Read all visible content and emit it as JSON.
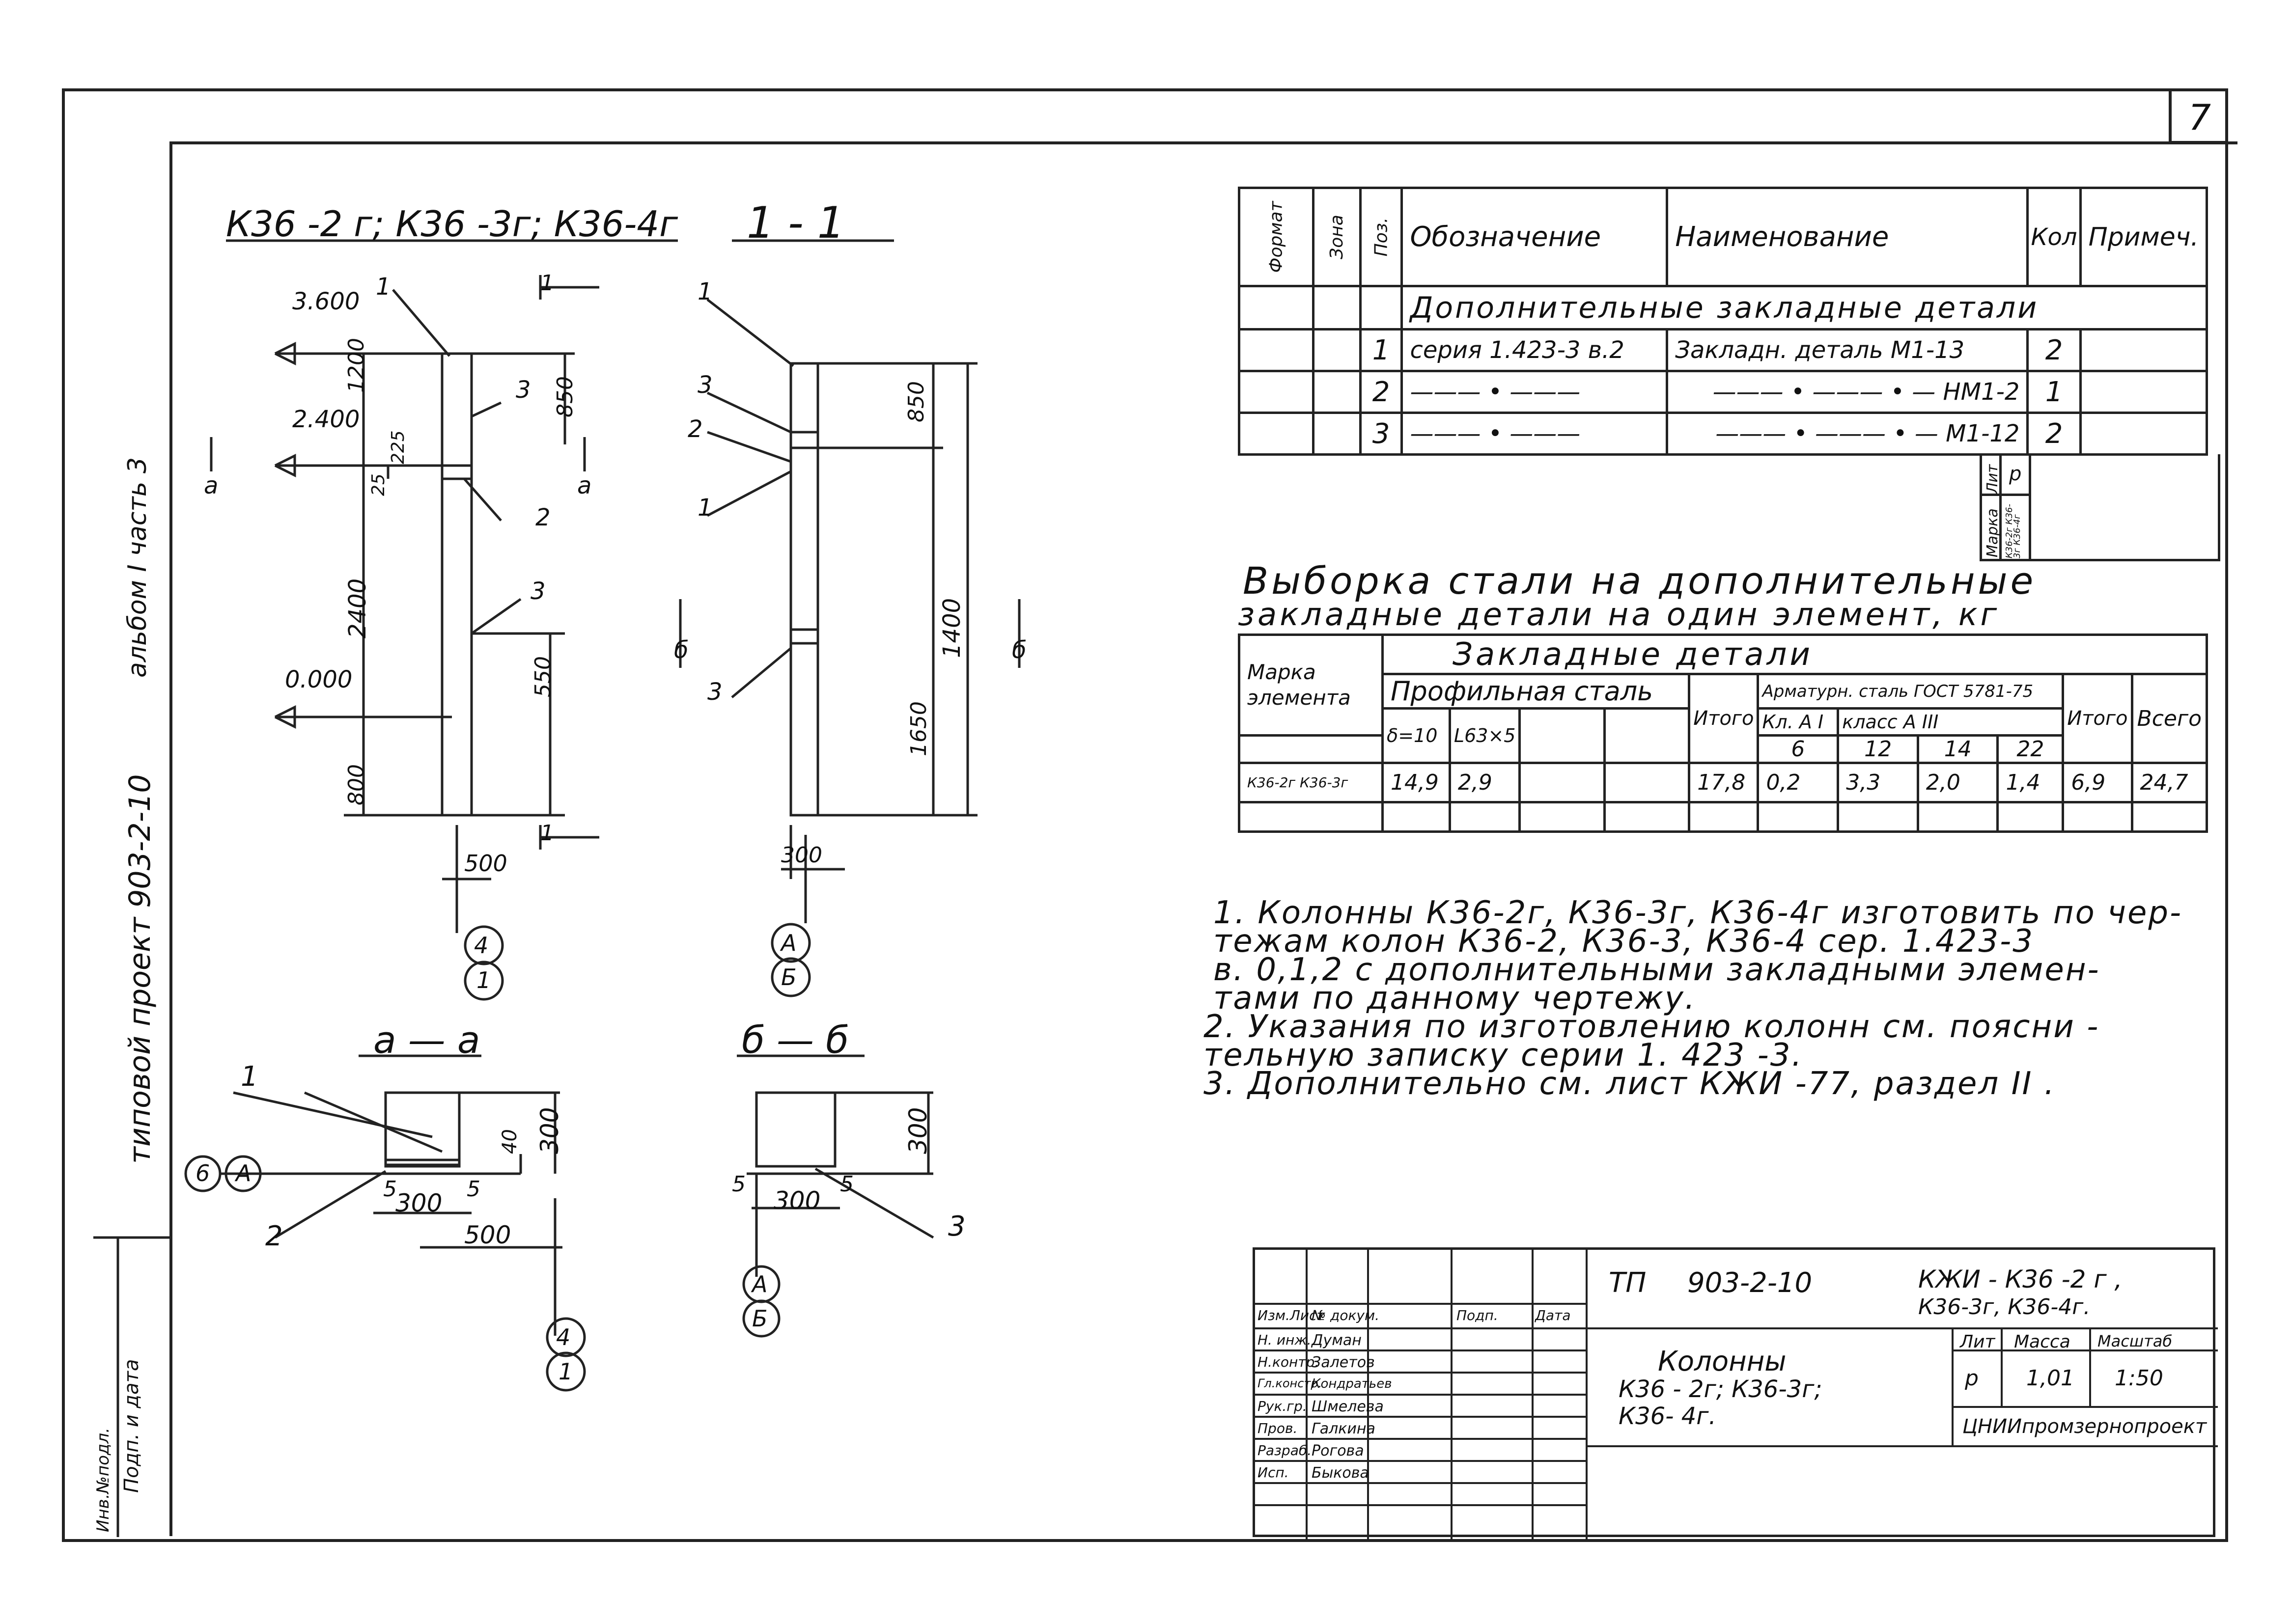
{
  "sheet_number": "7",
  "marks_title": "К36 -2 г; К36 -3г; К36-4г",
  "section_11": "1 - 1",
  "section_aa": "а — а",
  "section_bb": "б — б",
  "elev": {
    "top": "3.600",
    "mid": "2.400",
    "zero": "0.000"
  },
  "dims_left": {
    "d1200": "1200",
    "d850": "850",
    "d25": "25",
    "d225": "225",
    "d2400": "2400",
    "d550": "550",
    "d800": "800",
    "d500": "500"
  },
  "dims_right": {
    "d850": "850",
    "d1400": "1400",
    "d1650": "1650",
    "d300": "300"
  },
  "leaders": {
    "n1": "1",
    "n2": "2",
    "n3": "3"
  },
  "axes": {
    "a4": "4",
    "a1": "1",
    "aA": "А",
    "aB": "Б",
    "a6": "6"
  },
  "cut_labels": {
    "a": "а",
    "b": "б",
    "one": "1"
  },
  "section_dims": {
    "d40": "40",
    "d300": "300",
    "d5": "5",
    "d500": "500"
  },
  "left_vertical": {
    "series": "типовой проект    903-2-10",
    "album": "альбом I   часть 3"
  },
  "spec_table": {
    "headers": {
      "format": "Формат",
      "zone": "Зона",
      "pos": "Поз.",
      "designation": "Обозначение",
      "name": "Наименование",
      "qty": "Кол",
      "note": "Примеч."
    },
    "section_title": "Дополнительные    закладные    детали",
    "rows": [
      {
        "pos": "1",
        "designation": "серия 1.423-3  в.2",
        "name": "Закладн. деталь     М1-13",
        "qty": "2"
      },
      {
        "pos": "2",
        "designation": "——— • ———",
        "name": "——— • ——— • — НМ1-2",
        "qty": "1"
      },
      {
        "pos": "3",
        "designation": "——— • ———",
        "name": "——— • ——— • — М1-12",
        "qty": "2"
      }
    ],
    "lit_label": "Лит",
    "lit_value": "р",
    "mark_label": "Марка",
    "marks_small": "К36-2г К36-3г К36-4г"
  },
  "steel_title": {
    "line1": "Выборка     стали    на    дополнительные",
    "line2": "закладные    детали    на   один    элемент, кг"
  },
  "steel_table": {
    "mark_header": "Марка элемента",
    "group_header": "Закладные      детали",
    "profile_header": "Профильная   сталь",
    "armature_header": "Арматурн. сталь ГОСТ 5781-75",
    "klass_a1": "Кл. А I",
    "klass_a3": "класс    А III",
    "sub_profile": [
      "δ=10",
      "L63×5",
      "",
      ""
    ],
    "itogo": "Итого",
    "vsego": "Всего",
    "diameters": [
      "6",
      "12",
      "14",
      "22"
    ],
    "row": {
      "mark": "К36-2г К36-3г",
      "v1": "14,9",
      "v2": "2,9",
      "v3": "",
      "v4": "",
      "itogo1": "17,8",
      "a6": "0,2",
      "a12": "3,3",
      "a14": "2,0",
      "a22": "1,4",
      "itogo2": "6,9",
      "vsego": "24,7"
    }
  },
  "notes": [
    "1. Колонны   К36-2г, К36-3г, К36-4г   изготовить   по чер-",
    "    тежам   колон   К36-2,   К36-3,    К36-4  сер.  1.423-3",
    "    в. 0,1,2   с   дополнительными     закладными   элемен-",
    "    тами    по    данному    чертежу.",
    "2. Указания      по изготовлению    колонн    см. поясни -",
    "    тельную    записку      серии   1. 423 -3.",
    "3. Дополнительно  см.     лист        КЖИ -77,     раздел II ."
  ],
  "title_block": {
    "tp": "ТП",
    "project": "903-2-10",
    "doc_code": "КЖИ - К36 -2 г ,",
    "doc_code2": "К36-3г, К36-4г.",
    "title_lines": [
      "Колонны",
      "К36 - 2г;   К36-3г;",
      "К36- 4г."
    ],
    "headers": [
      "Изм.Лист",
      "№ докум.",
      "Подп.",
      "Дата"
    ],
    "people": [
      [
        "Н. инж.",
        "Думан"
      ],
      [
        "Н.контр.",
        "Залетов"
      ],
      [
        "Гл.констр.",
        "Кондратьев"
      ],
      [
        "Рук.гр.",
        "Шмелева"
      ],
      [
        "Пров.",
        "Галкина"
      ],
      [
        "Разраб.",
        "Рогова"
      ],
      [
        "Исп.",
        "Быкова"
      ]
    ],
    "stage_headers": [
      "Лит",
      "Масса",
      "Масштаб"
    ],
    "stage": "р",
    "mass": "1,01",
    "scale": "1:50",
    "org": "ЦНИИпромзернопроект"
  },
  "stamp_left": [
    "Инв.№подл.",
    "Подп. и дата"
  ]
}
